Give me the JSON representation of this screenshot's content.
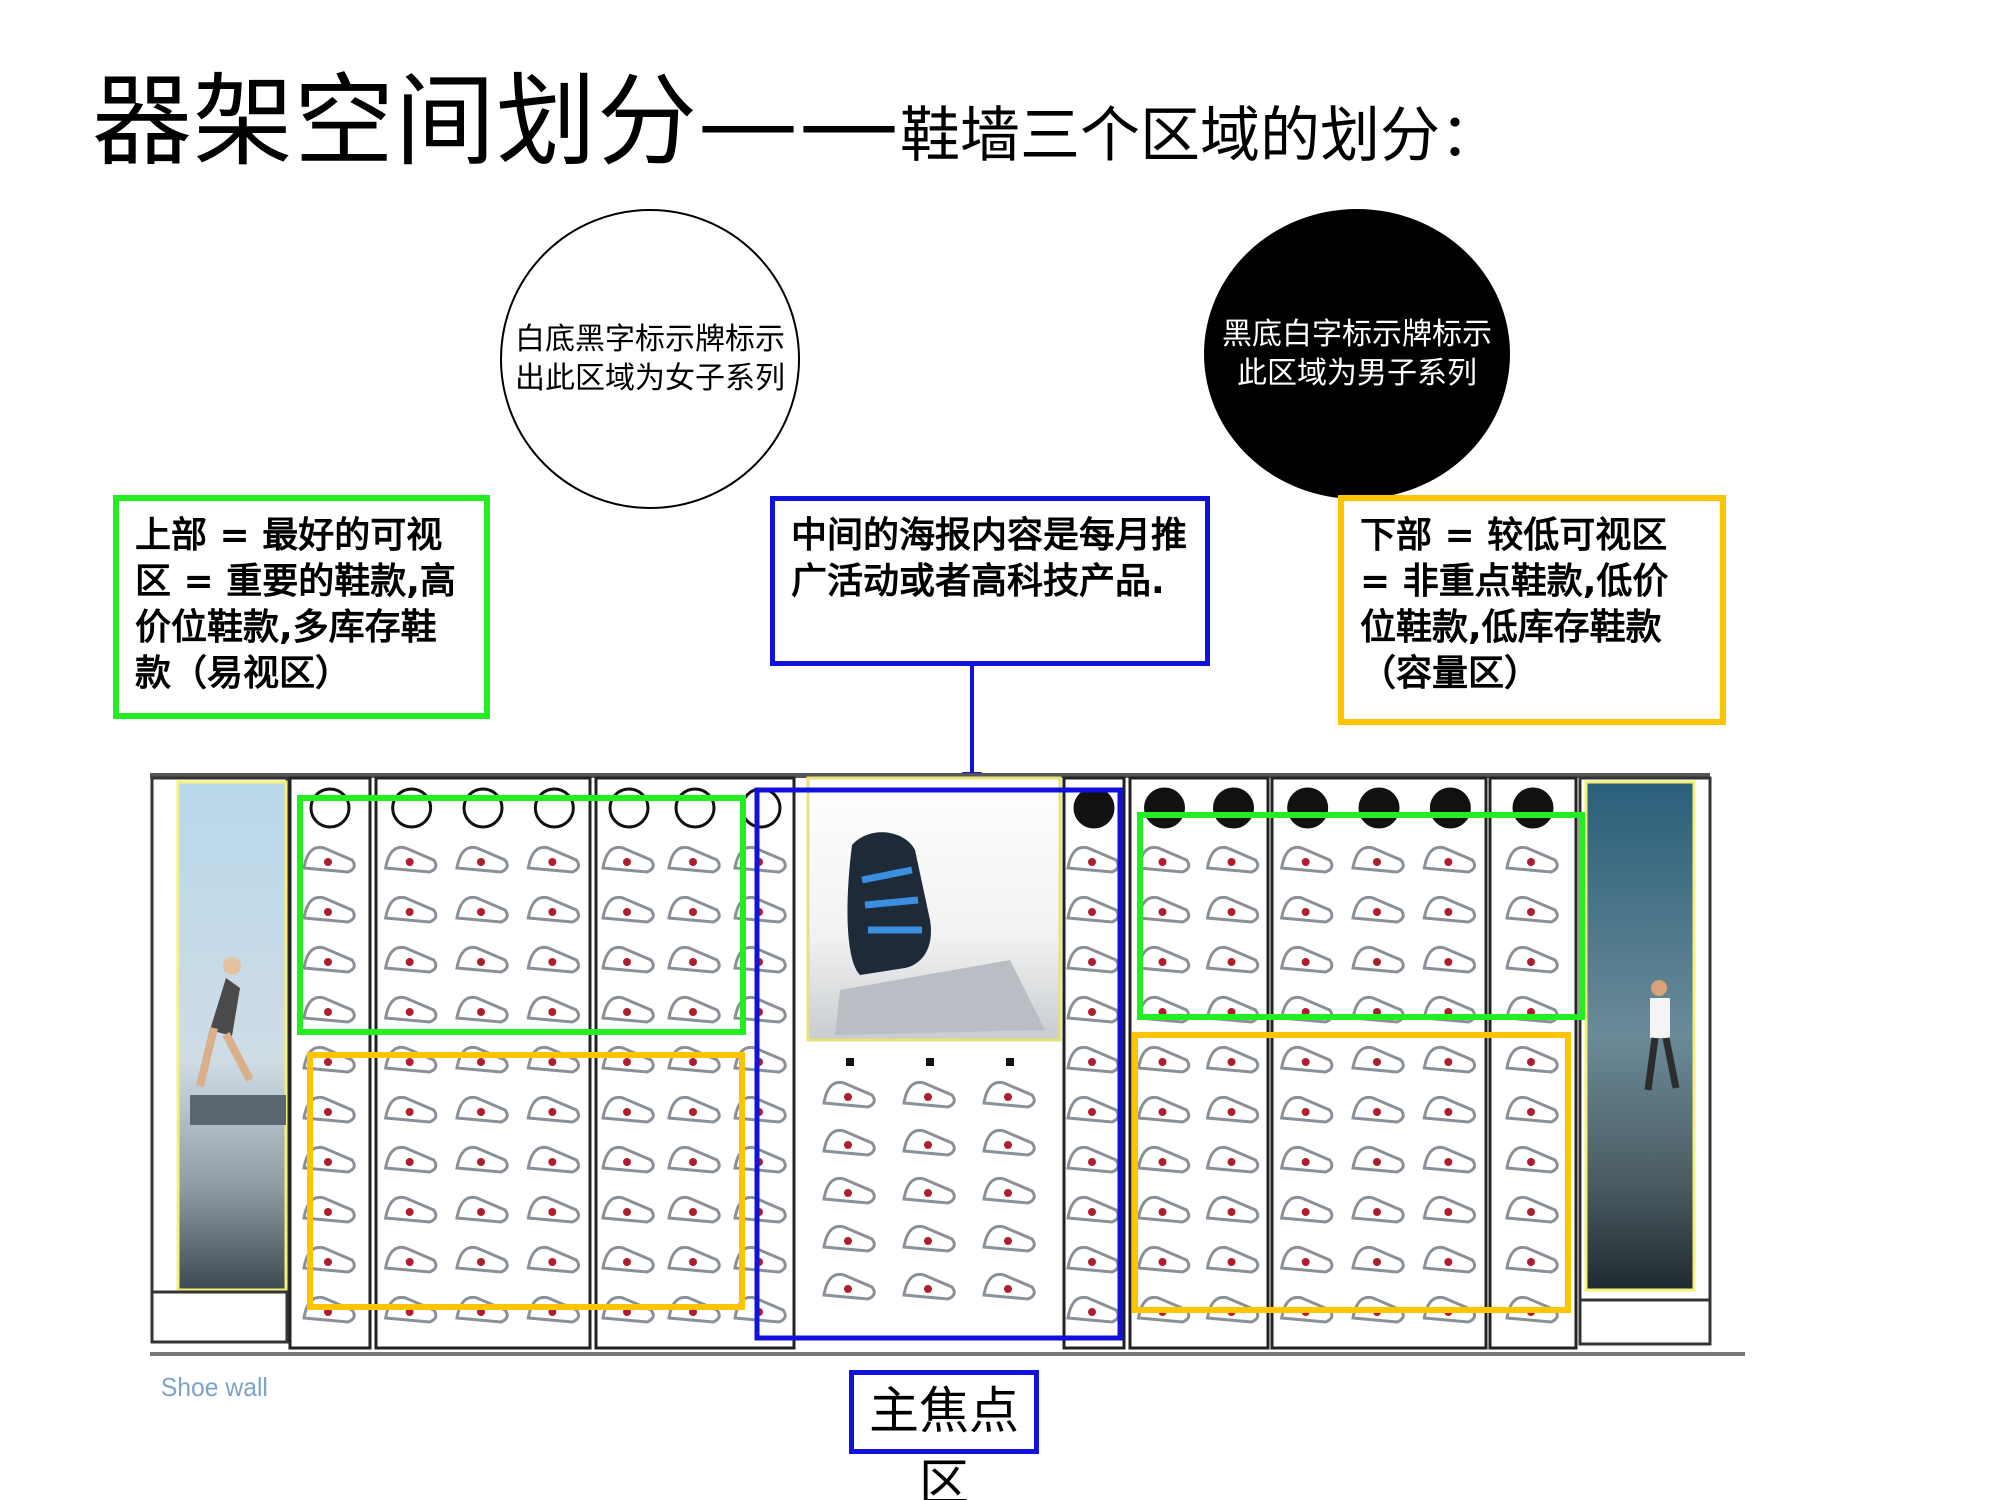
{
  "title": {
    "main": "器架空间划分——",
    "sub": "鞋墙三个区域的划分："
  },
  "circles": {
    "women": "白底黑字标示牌标示出此区域为女子系列",
    "men": "黑底白字标示牌标示此区域为男子系列"
  },
  "notes": {
    "upper": "上部 = 最好的可视区 = 重要的鞋款,高价位鞋款,多库存鞋款（易视区）",
    "middle": "中间的海报内容是每月推广活动或者高科技产品.",
    "lower": "下部 = 较低可视区 = 非重点鞋款,低价位鞋款,低库存鞋款（容量区）"
  },
  "focus_label": "主焦点区",
  "diagram_caption": "Shoe wall",
  "colors": {
    "upper_zone": "#22ee22",
    "lower_zone": "#ffc400",
    "focus_zone": "#1111dd"
  }
}
